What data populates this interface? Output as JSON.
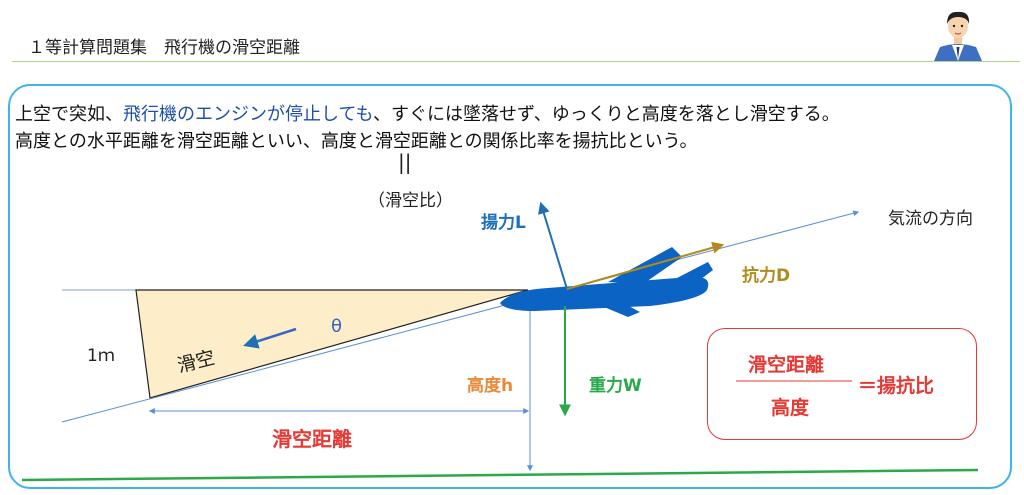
{
  "header": {
    "title": "１等計算問題集　飛行機の滑空距離"
  },
  "intro": {
    "line1_pre": "上空で突如、",
    "line1_highlight": "飛行機のエンジンが停止しても",
    "line1_post": "、すぐには墜落せず、ゆっくりと高度を落とし滑空する。",
    "line2": "高度との水平距離を滑空距離といい、高度と滑空距離との関係比率を揚抗比という。"
  },
  "equals_mark": "||",
  "glide_ratio_note": "（滑空比）",
  "labels": {
    "airflow": "気流の方向",
    "lift": "揚力L",
    "drag": "抗力D",
    "weight": "重力W",
    "altitude": "高度h",
    "theta": "θ",
    "one_m": "1ｍ",
    "glide_in_triangle": "滑空",
    "glide_distance": "滑空距離"
  },
  "formula": {
    "numerator": "滑空距離",
    "denominator": "高度",
    "result": "＝揚抗比"
  },
  "colors": {
    "lift": "#1f6fb5",
    "drag": "#b08a1e",
    "weight": "#2aa84a",
    "altitude": "#e88a3a",
    "emphasis": "#e53935",
    "plane": "#0b63c4",
    "triangle_fill": "#fdedc8",
    "ground": "#2aa84a"
  }
}
